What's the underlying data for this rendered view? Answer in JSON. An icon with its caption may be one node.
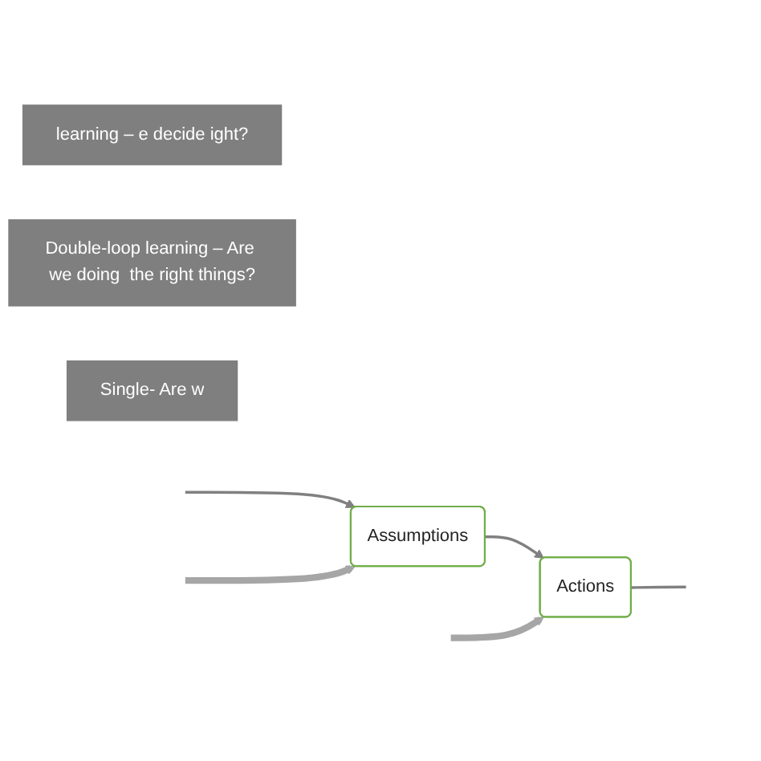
{
  "diagram": {
    "nodes": [
      {
        "text": [
          "learning – e decide ight?"
        ]
      },
      {
        "text": [
          "Double-loop learning – Are we doing  the right things?"
        ]
      },
      {
        "text": [
          "Single- Are w"
        ]
      },
      {
        "text": [
          "Assumptions"
        ]
      },
      {
        "text": [
          "Actions"
        ]
      }
    ],
    "edges": [
      {
        "from": null,
        "to": 3,
        "arrow": "to"
      },
      {
        "from": 3,
        "to": 4,
        "arrow": "to"
      },
      {
        "from": null,
        "to": 3,
        "arrow": "to",
        "style": "thick",
        "color": "#a6a6a6"
      },
      {
        "from": null,
        "to": 4,
        "arrow": "to",
        "style": "thick",
        "color": "#a6a6a6"
      },
      {
        "from": 4,
        "to": null,
        "arrow": "none"
      }
    ]
  }
}
